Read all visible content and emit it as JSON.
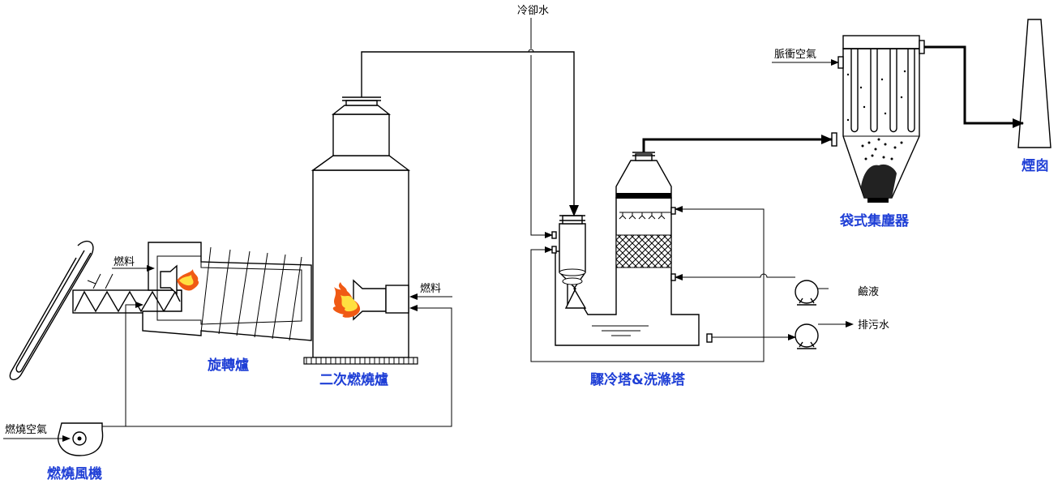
{
  "colors": {
    "component_label": "#1f3fd6",
    "line": "#000000",
    "flame_outer": "#f05a14",
    "flame_inner": "#ffe040"
  },
  "labels": {
    "cooling_water": "冷卻水",
    "pulse_air": "脈衝空氣",
    "chimney": "煙囪",
    "bag_filter": "袋式集塵器",
    "fuel_rotary": "燃料",
    "fuel_secondary": "燃料",
    "rotary_kiln": "旋轉爐",
    "secondary_combustor": "二次燃燒爐",
    "quench_scrubber": "驟冷塔&洗滌塔",
    "caustic": "鹼液",
    "blowdown": "排污水",
    "combustion_air": "燃燒空氣",
    "combustion_fan": "燃燒風機"
  }
}
